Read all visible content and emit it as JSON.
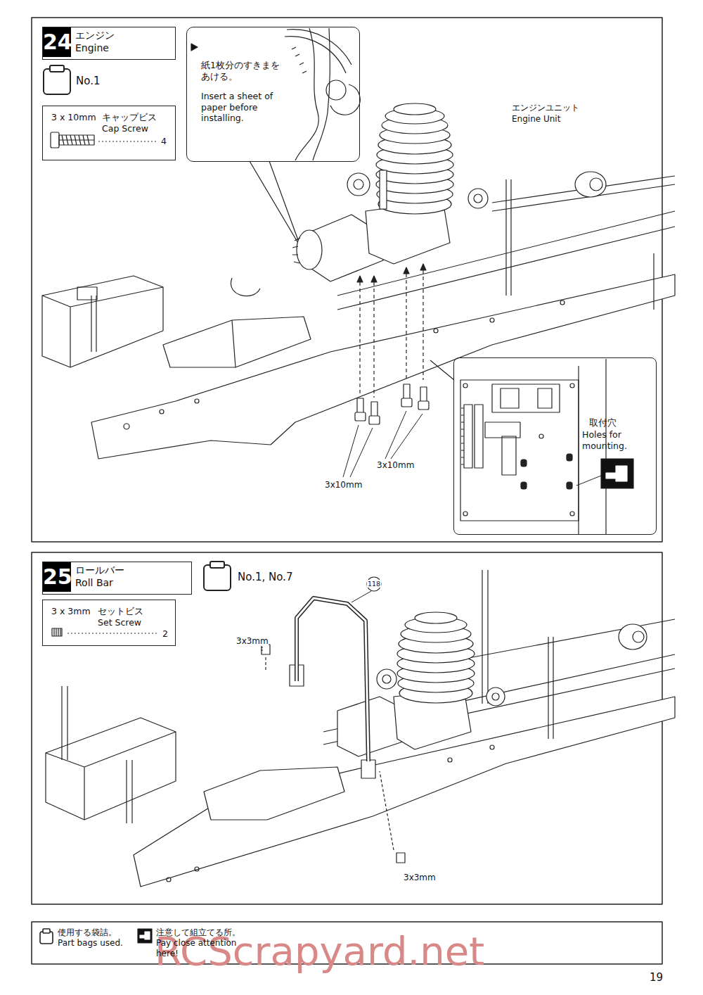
{
  "diagram": {
    "nodes": [
      {
        "text": [
          "24",
          "エンジン",
          "Engine"
        ]
      },
      {
        "text": [
          "3 x 10mm",
          "キャップビス",
          "Cap Screw",
          "4"
        ]
      },
      {
        "text": [
          "紙1枚分のすきまをあける。",
          "Insert a sheet of paper before installing."
        ]
      },
      {
        "text": [
          "取付穴",
          "Holes for mounting."
        ]
      },
      {
        "text": [
          "25",
          "ロールバー",
          "Roll Bar"
        ]
      },
      {
        "text": [
          "3 x 3mm",
          "セットビス",
          "Set Screw",
          "2"
        ]
      }
    ],
    "labels": [
      "No.1",
      "エンジンユニット",
      "Engine Unit",
      "3x10mm",
      "3x10mm",
      "No.1, No.7",
      "118",
      "3x3mm",
      "3x3mm",
      "RCScrapyard.net",
      "19"
    ],
    "legend": [
      {
        "text": "使用する袋詰。 Part bags used."
      },
      {
        "text": "注意して組立てる所。 Pay close attention here!"
      }
    ]
  }
}
